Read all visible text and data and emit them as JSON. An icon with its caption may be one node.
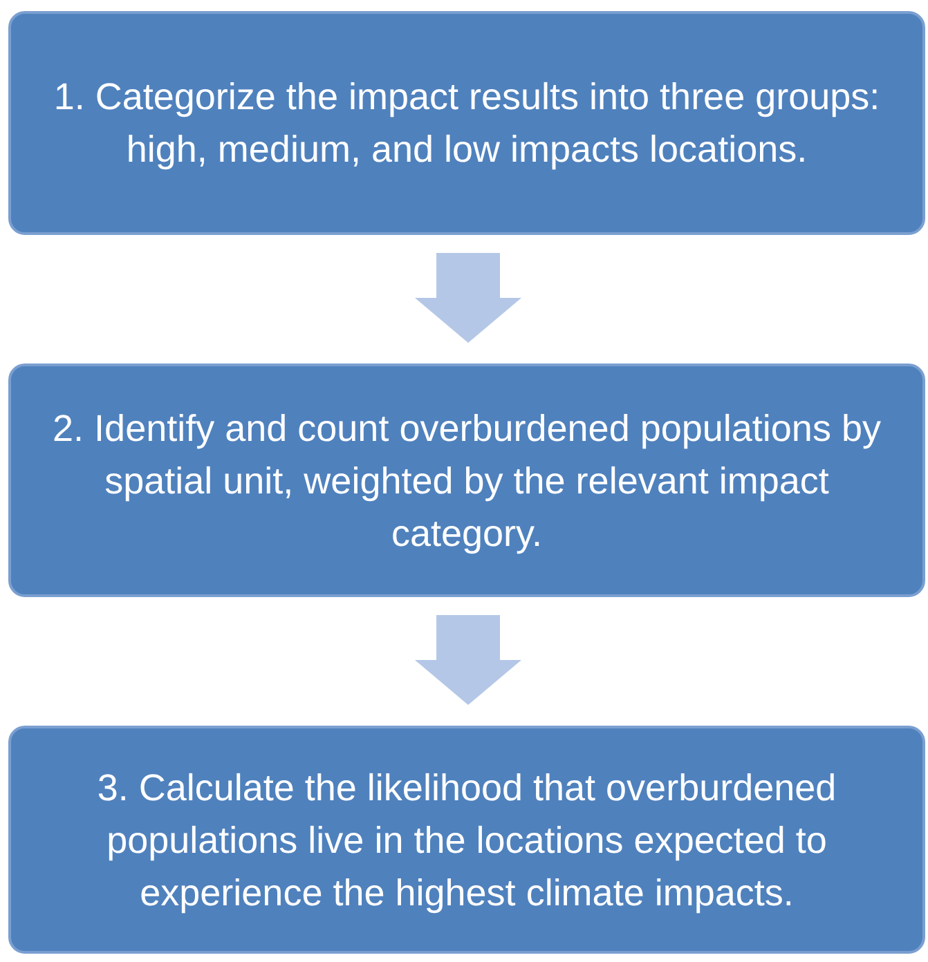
{
  "diagram": {
    "nodes": [
      {
        "text": [
          "1. Categorize the impact results into three groups: high, medium, and low impacts locations."
        ]
      },
      {
        "text": [
          "2. Identify and count overburdened populations by spatial unit, weighted by the relevant impact category."
        ]
      },
      {
        "text": [
          "3. Calculate the likelihood that overburdened populations live in the locations expected to experience the highest climate impacts."
        ]
      }
    ],
    "edges": [
      {
        "from": 0,
        "to": 1,
        "arrow": "to"
      },
      {
        "from": 1,
        "to": 2,
        "arrow": "to"
      }
    ]
  }
}
